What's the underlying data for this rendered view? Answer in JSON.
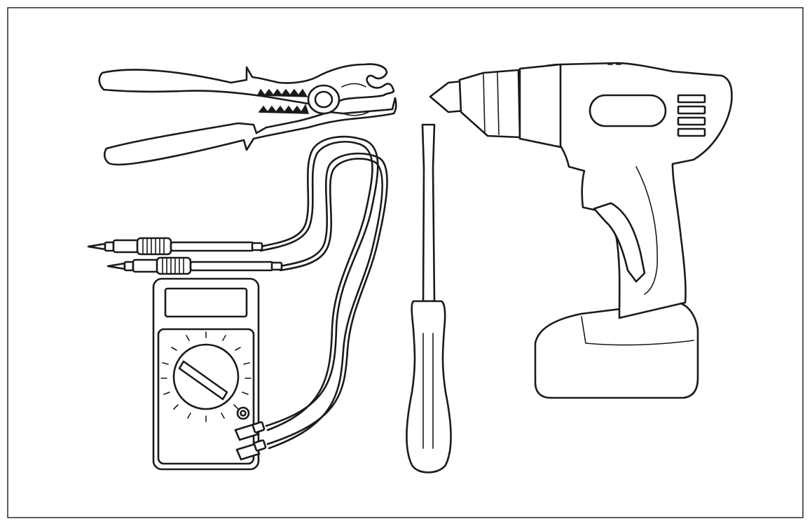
{
  "scene": {
    "description_tags": [
      "pliers",
      "multimeter",
      "screwdriver",
      "cordless-drill"
    ],
    "colors": {
      "line": "#1a1a1a",
      "fill": "#ffffff",
      "frame": "#1a1a1a"
    }
  }
}
